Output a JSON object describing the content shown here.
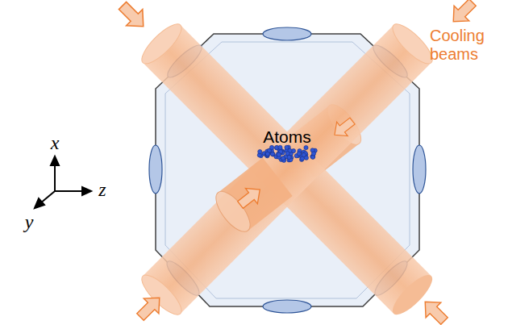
{
  "diagram": {
    "labels": [
      "Atoms",
      "Cooling beams",
      "x",
      "y",
      "z"
    ]
  }
}
